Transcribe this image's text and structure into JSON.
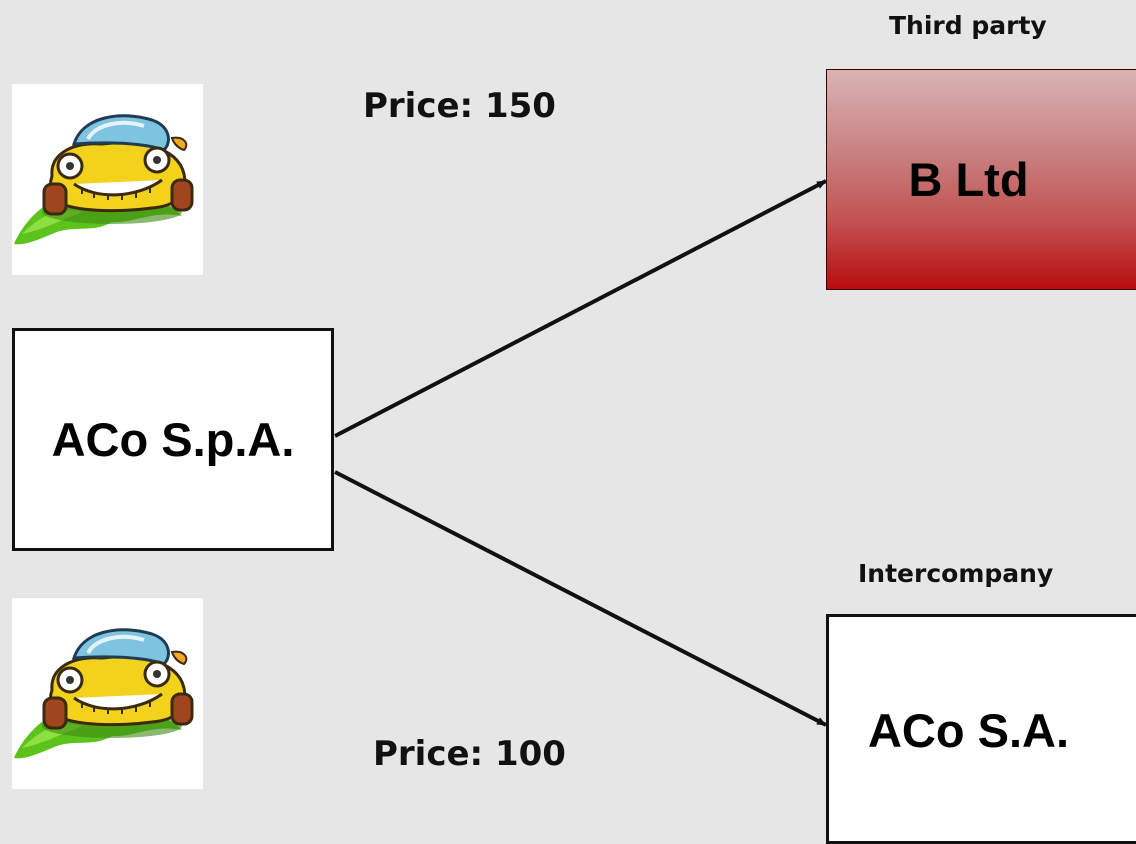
{
  "labels": {
    "third_party": "Third party",
    "intercompany": "Intercompany"
  },
  "prices": {
    "top": "Price: 150",
    "bottom": "Price: 100"
  },
  "entities": {
    "seller": "ACo S.p.A.",
    "third_party": "B Ltd",
    "intercompany": "ACo S.A."
  },
  "colors": {
    "background": "#e6e6e6",
    "third_party_box_top": "#d9b3b3",
    "third_party_box_bottom": "#b80c0c",
    "car_body": "#f2d21a",
    "car_window": "#7ec3e0",
    "grass": "#5cc21c"
  },
  "icons": [
    "car-icon",
    "car-icon"
  ]
}
